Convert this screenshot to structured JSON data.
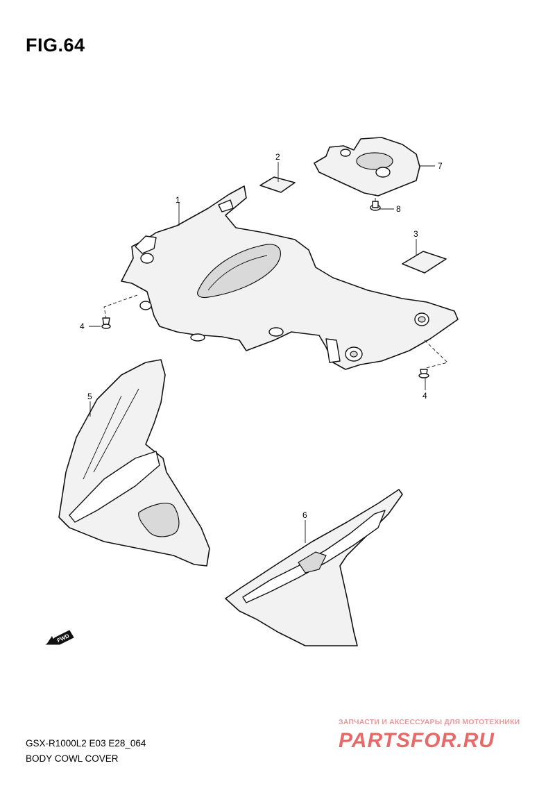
{
  "figure": {
    "title": "FIG.64"
  },
  "callouts": {
    "c1": "1",
    "c2": "2",
    "c3": "3",
    "c4a": "4",
    "c4b": "4",
    "c5": "5",
    "c6": "6",
    "c7": "7",
    "c8": "8"
  },
  "fwd_label": "FWD",
  "footer": {
    "model_code": "GSX-R1000L2 E03 E28_064",
    "section_name": "BODY COWL COVER"
  },
  "watermark": {
    "tagline": "ЗАПЧАСТИ И АКСЕССУАРЫ ДЛЯ МОТОТЕХНИКИ",
    "site": "PARTSFOR.RU"
  }
}
